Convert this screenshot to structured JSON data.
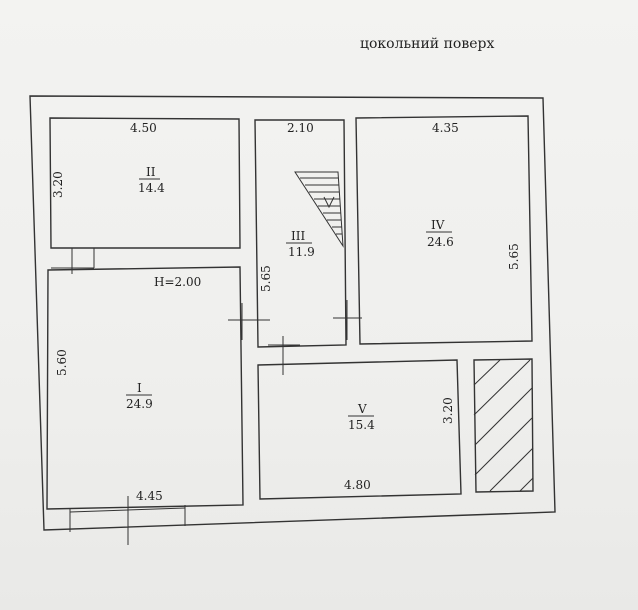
{
  "title": "цокольний поверх",
  "height_label": "H=2.00",
  "rooms": [
    {
      "id": "II",
      "area": "14.4",
      "dims": [
        "4.50",
        "3.20"
      ]
    },
    {
      "id": "III",
      "area": "11.9",
      "dims": [
        "2.10",
        "5.65"
      ]
    },
    {
      "id": "IV",
      "area": "24.6",
      "dims": [
        "4.35",
        "5.65"
      ]
    },
    {
      "id": "I",
      "area": "24.9",
      "dims": [
        "5.60",
        "4.45"
      ]
    },
    {
      "id": "V",
      "area": "15.4",
      "dims": [
        "3.20",
        "4.80"
      ]
    }
  ]
}
